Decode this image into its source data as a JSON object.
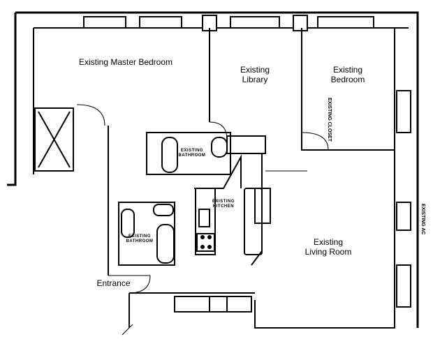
{
  "rooms": {
    "master_bedroom": "Existing Master Bedroom",
    "library_1": "Existing",
    "library_2": "Library",
    "bedroom_1": "Existing",
    "bedroom_2": "Bedroom",
    "living_1": "Existing",
    "living_2": "Living Room",
    "entrance": "Entrance"
  },
  "fixtures": {
    "bathroom_upper_1": "EXISTING",
    "bathroom_upper_2": "BATHROOM",
    "kitchen_1": "EXISTING",
    "kitchen_2": "KITCHEN",
    "bathroom_lower_1": "EXISTING",
    "bathroom_lower_2": "BATHROOM",
    "ac": "EXISTING AC",
    "closet": "EXISTING CLOSET"
  }
}
